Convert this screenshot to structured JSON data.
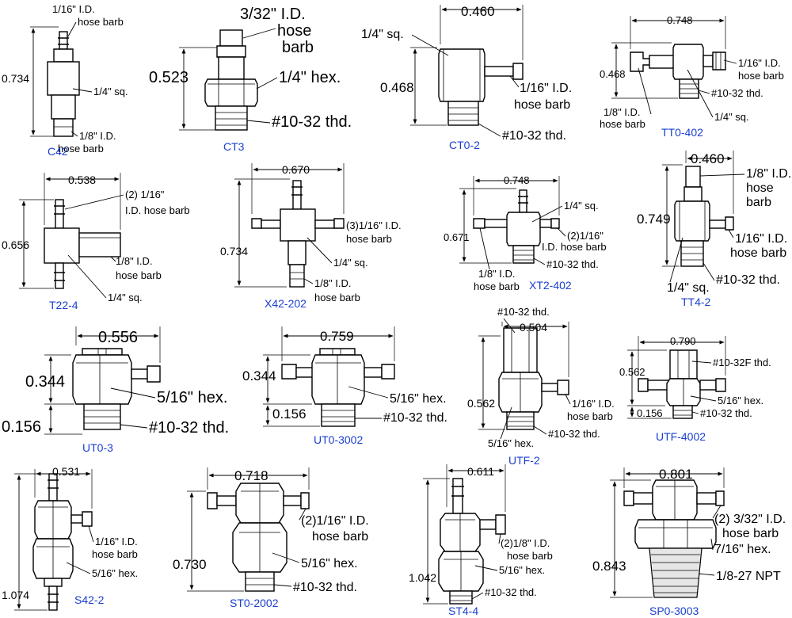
{
  "fittings": [
    {
      "id": "c42",
      "caption": "C42",
      "dims": [
        "0.734"
      ],
      "labels": [
        "1/16\" I.D.",
        "hose barb",
        "1/4\" sq.",
        "1/8\" I.D.",
        "hose barb"
      ]
    },
    {
      "id": "ct3",
      "caption": "CT3",
      "dims": [
        "0.523"
      ],
      "labels": [
        "3/32\" I.D.",
        "hose",
        "barb",
        "1/4\" hex.",
        "#10-32 thd."
      ]
    },
    {
      "id": "ct02",
      "caption": "CT0-2",
      "dims": [
        "0.460",
        "0.468"
      ],
      "labels": [
        "1/4\" sq.",
        "1/16\" I.D.",
        "hose barb",
        "#10-32 thd."
      ]
    },
    {
      "id": "tt0402",
      "caption": "TT0-402",
      "dims": [
        "0.748",
        "0.468"
      ],
      "labels": [
        "1/16\" I.D.",
        "hose barb",
        "#10-32 thd.",
        "1/8\" I.D.",
        "hose barb",
        "1/4\" sq."
      ]
    },
    {
      "id": "t224",
      "caption": "T22-4",
      "dims": [
        "0.538",
        "0.656"
      ],
      "labels": [
        "(2) 1/16\"",
        "I.D. hose barb",
        "1/8\" I.D.",
        "hose barb",
        "1/4\" sq."
      ]
    },
    {
      "id": "x42202",
      "caption": "X42-202",
      "dims": [
        "0.670",
        "0.734"
      ],
      "labels": [
        "(3)1/16\" I.D.",
        "hose barb",
        "1/4\" sq.",
        "1/8\" I.D.",
        "hose barb"
      ]
    },
    {
      "id": "xt2402",
      "caption": "XT2-402",
      "dims": [
        "0.748",
        "0.671"
      ],
      "labels": [
        "1/4\" sq.",
        "(2)1/16\"",
        "I.D. hose barb",
        "#10-32 thd.",
        "1/8\" I.D.",
        "hose barb"
      ]
    },
    {
      "id": "tt42",
      "caption": "TT4-2",
      "dims": [
        "0.460",
        "0.749"
      ],
      "labels": [
        "1/8\" I.D.",
        "hose",
        "barb",
        "1/16\" I.D.",
        "hose barb",
        "#10-32 thd.",
        "1/4\" sq."
      ]
    },
    {
      "id": "ut03",
      "caption": "UT0-3",
      "dims": [
        "0.556",
        "0.344",
        "0.156"
      ],
      "labels": [
        "5/16\" hex.",
        "#10-32 thd."
      ]
    },
    {
      "id": "ut03002",
      "caption": "UT0-3002",
      "dims": [
        "0.759",
        "0.344",
        "0.156"
      ],
      "labels": [
        "5/16\" hex.",
        "#10-32 thd."
      ]
    },
    {
      "id": "utf2",
      "caption": "UTF-2",
      "dims": [
        "0.504",
        "0.562"
      ],
      "labels": [
        "#10-32 thd.",
        "1/16\" I.D.",
        "hose barb",
        "5/16\" hex.",
        "#10-32 thd."
      ]
    },
    {
      "id": "utf4002",
      "caption": "UTF-4002",
      "dims": [
        "0.790",
        "0.562",
        "0.156"
      ],
      "labels": [
        "#10-32F thd.",
        "5/16\" hex.",
        "#10-32 thd."
      ]
    },
    {
      "id": "s422",
      "caption": "S42-2",
      "dims": [
        "0.531",
        "1.074"
      ],
      "labels": [
        "1/16\" I.D.",
        "hose barb",
        "5/16\" hex."
      ]
    },
    {
      "id": "st02002",
      "caption": "ST0-2002",
      "dims": [
        "0.718",
        "0.730"
      ],
      "labels": [
        "(2)1/16\" I.D.",
        "hose barb",
        "5/16\" hex.",
        "#10-32 thd."
      ]
    },
    {
      "id": "st44",
      "caption": "ST4-4",
      "dims": [
        "0.611",
        "1.042"
      ],
      "labels": [
        "(2)1/8\" I.D.",
        "hose barb",
        "5/16\" hex.",
        "#10-32 thd."
      ]
    },
    {
      "id": "sp03003",
      "caption": "SP0-3003",
      "dims": [
        "0.801",
        "0.843"
      ],
      "labels": [
        "(2) 3/32\" I.D.",
        "hose barb",
        "7/16\" hex.",
        "1/8-27 NPT"
      ]
    }
  ]
}
